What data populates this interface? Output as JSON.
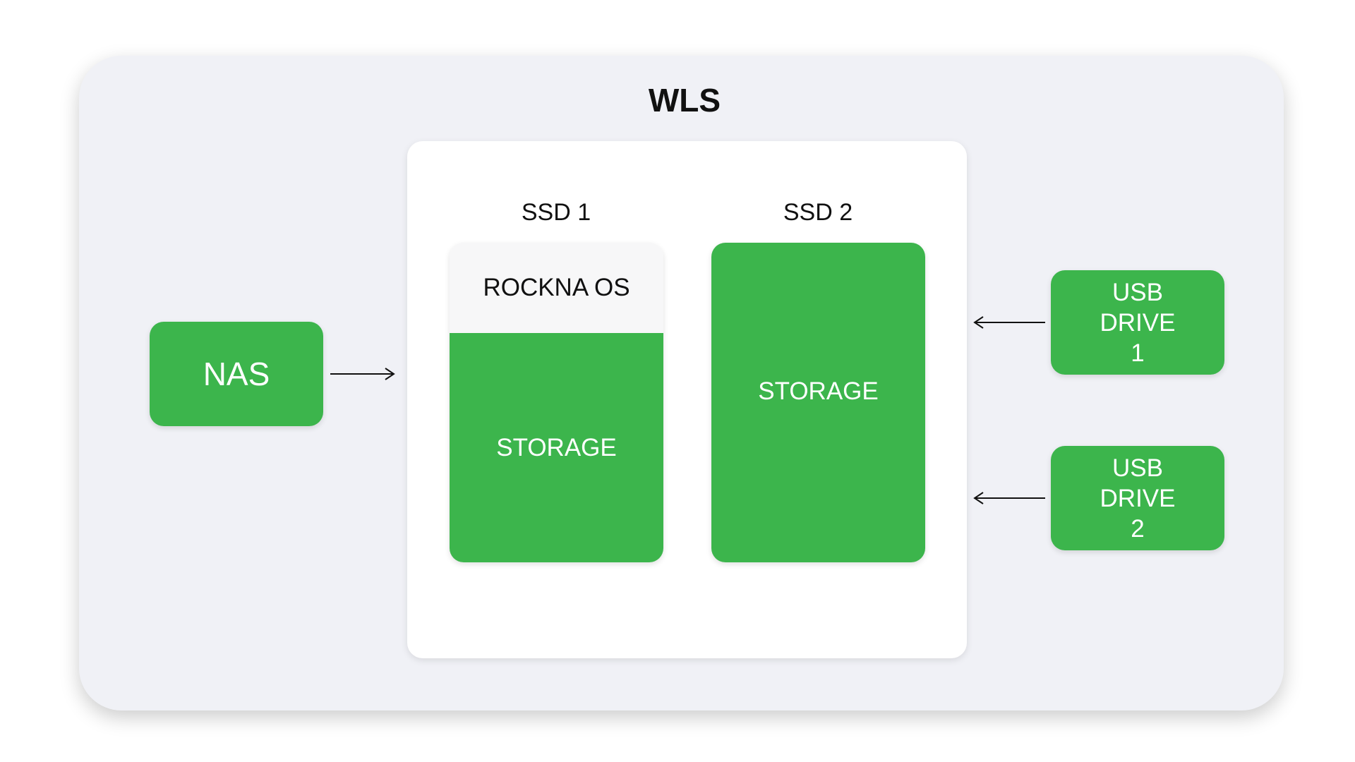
{
  "diagram": {
    "title": "WLS",
    "ssd1": {
      "label": "SSD 1",
      "os_label": "ROCKNA OS",
      "storage_label": "STORAGE"
    },
    "ssd2": {
      "label": "SSD 2",
      "storage_label": "STORAGE"
    },
    "nas": {
      "label": "NAS"
    },
    "usb1": {
      "line1": "USB",
      "line2": "DRIVE",
      "line3": "1"
    },
    "usb2": {
      "line1": "USB",
      "line2": "DRIVE",
      "line3": "2"
    },
    "colors": {
      "accent_green": "#3cb54c",
      "outer_panel": "#f0f1f6",
      "inner_panel": "#ffffff",
      "os_segment": "#f7f7f8"
    }
  }
}
